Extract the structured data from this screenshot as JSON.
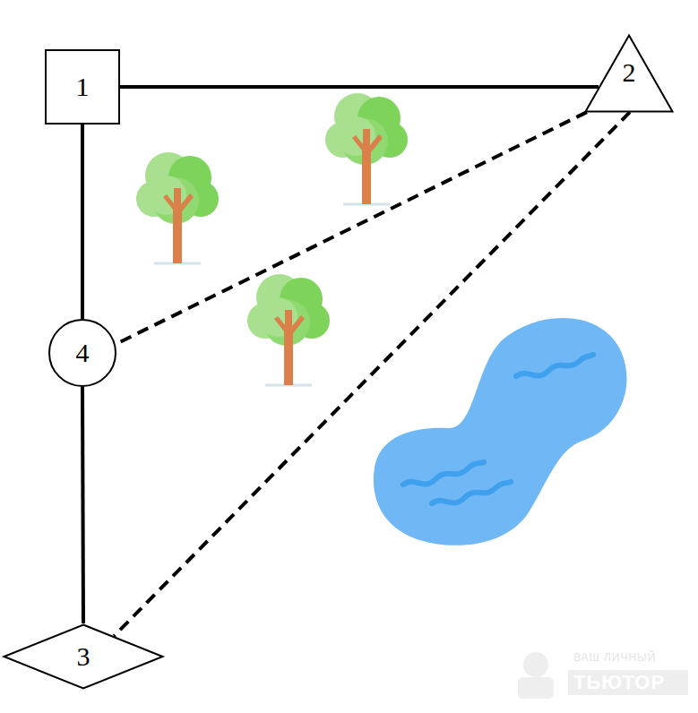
{
  "diagram": {
    "nodes": [
      {
        "text": [
          "1"
        ]
      },
      {
        "text": [
          "2"
        ]
      },
      {
        "text": [
          "3"
        ]
      },
      {
        "text": [
          "4"
        ]
      }
    ],
    "edges": [
      {
        "from": 0,
        "to": 1,
        "arrow": "none"
      },
      {
        "from": 0,
        "to": 3,
        "arrow": "none"
      },
      {
        "from": 3,
        "to": 2,
        "arrow": "none"
      },
      {
        "from": 1,
        "to": 3,
        "arrow": "none"
      },
      {
        "from": 1,
        "to": 2,
        "arrow": "none"
      }
    ],
    "labels": [
      "ВАШ ЛИЧНЫЙ",
      "ТЬЮТОР"
    ]
  }
}
